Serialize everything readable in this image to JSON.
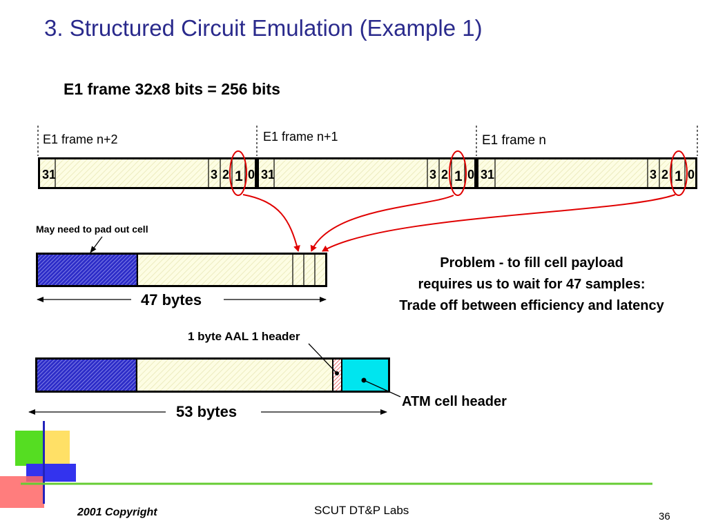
{
  "slide": {
    "title": "3. Structured Circuit Emulation  (Example 1)",
    "subtitle": "E1 frame 32x8 bits = 256 bits",
    "frames": [
      {
        "label": "E1 frame n+2",
        "bits": [
          "31",
          "3",
          "2",
          "1",
          "0"
        ]
      },
      {
        "label": "E1 frame n+1",
        "bits": [
          "31",
          "3",
          "2",
          "1",
          "0"
        ]
      },
      {
        "label": "E1 frame n",
        "bits": [
          "31",
          "3",
          "2",
          "1",
          "0"
        ]
      }
    ],
    "pad_note": "May need to pad out cell",
    "payload_size": "47 bytes",
    "problem_lines": [
      "Problem - to fill cell payload",
      "requires us to wait for 47 samples:",
      "Trade off between efficiency and latency"
    ],
    "aal_header_label": "1 byte AAL 1 header",
    "cell_size": "53 bytes",
    "atm_header_label": "ATM cell header",
    "footer": {
      "copyright": "2001 Copyright",
      "lab": "SCUT DT&P Labs",
      "page": "36"
    }
  },
  "colors": {
    "title": "#2a2a8c",
    "frame_fill": "#fdfde3",
    "pad_fill": "#3b3bd6",
    "atm_header": "#00e5ef",
    "highlight": "#e00000",
    "rule": "#66cc33"
  }
}
